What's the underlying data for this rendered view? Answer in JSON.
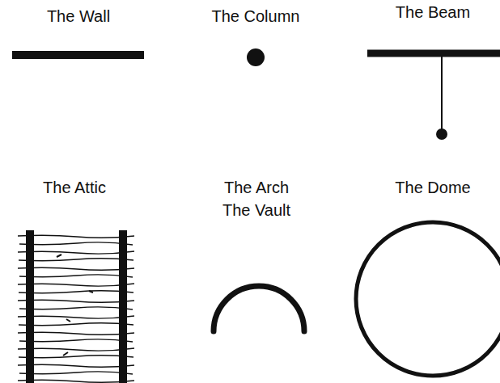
{
  "diagram": {
    "labels": [
      "The Wall",
      "The Column",
      "The Beam",
      "The Attic",
      "The Arch The Vault",
      "The Dome"
    ]
  }
}
